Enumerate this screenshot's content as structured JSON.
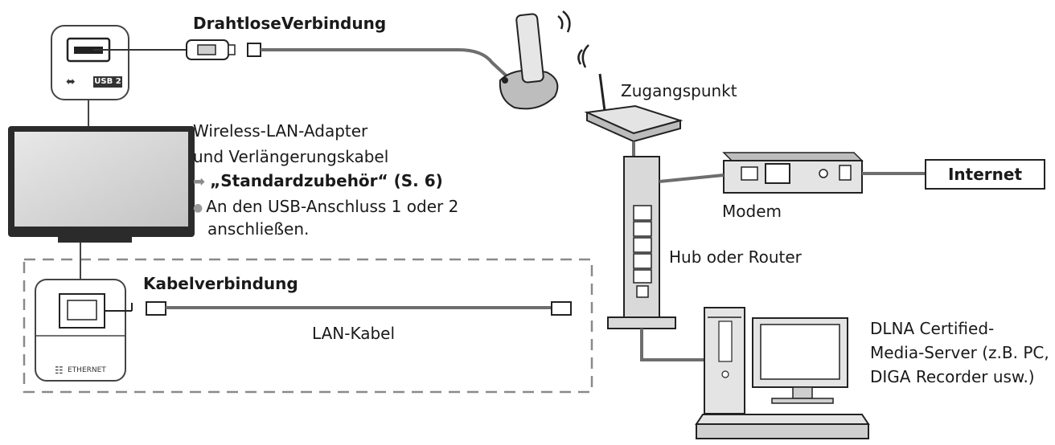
{
  "labels": {
    "wireless_title": "DrahtloseVerbindung",
    "access_point": "Zugangspunkt",
    "adapter_line1": "Wireless-LAN-Adapter",
    "adapter_line2": "und Verlängerungskabel",
    "adapter_ref": "„Standardzubehör“ (S. 6)",
    "adapter_note_line1": "An den USB-Anschluss 1 oder 2",
    "adapter_note_line2": "anschließen.",
    "internet": "Internet",
    "modem": "Modem",
    "hub": "Hub oder Router",
    "wired_title": "Kabelverbindung",
    "lan_cable": "LAN-Kabel",
    "server_line1": "DLNA Certified-",
    "server_line2": "Media-Server (z.B. PC,",
    "server_line3": "DIGA Recorder usw.)",
    "usb_badge": "USB 2",
    "ethernet_port": "ETHERNET"
  },
  "icons": {
    "arrow": "right-arrow-icon",
    "bullet": "bullet-icon",
    "usb": "usb-symbol-icon",
    "ethernet": "network-icon"
  },
  "colors": {
    "line": "#222222",
    "cable": "#6e6e6e",
    "device_fill": "#d9d9d9",
    "screen_fill": "#cfcfcf",
    "dashed_border": "#8a8a8a"
  }
}
